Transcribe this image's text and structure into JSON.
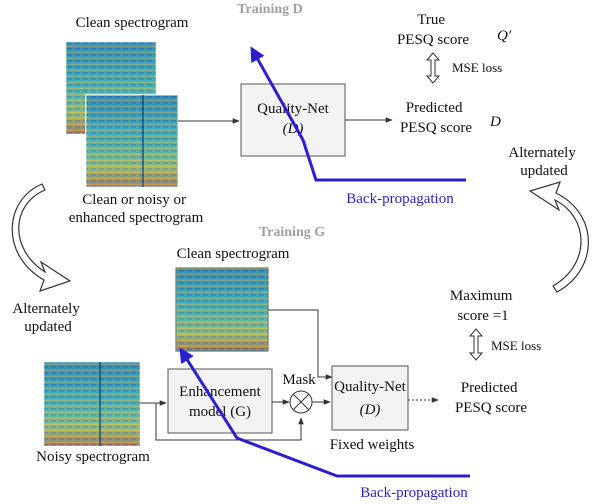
{
  "colors": {
    "backprop": "#2a1fd0",
    "section_title": "#a0a0a0",
    "box_fill": "#f3f3f3",
    "spec_bg": "#2b8fbf"
  },
  "top": {
    "section_title": "Training D",
    "clean_spectrogram": "Clean spectrogram",
    "input_spectrogram_lines": [
      "Clean or noisy or",
      "enhanced spectrogram"
    ],
    "quality_net_name": "Quality-Net",
    "quality_net_symbol": "(D)",
    "true_score_lines": [
      "True",
      "PESQ score"
    ],
    "true_score_symbol": "Q′",
    "mse_loss": "MSE loss",
    "predicted_score_lines": [
      "Predicted",
      "PESQ score"
    ],
    "predicted_score_symbol": "D",
    "backprop": "Back-propagation"
  },
  "alternate": {
    "left_lines": [
      "Alternately",
      "updated"
    ],
    "right_lines": [
      "Alternately",
      "updated"
    ]
  },
  "bottom": {
    "section_title": "Training G",
    "clean_spectrogram": "Clean spectrogram",
    "noisy_spectrogram": "Noisy spectrogram",
    "enhancement_lines": [
      "Enhancement",
      "model (G)"
    ],
    "mask": "Mask",
    "quality_net_name": "Quality-Net",
    "quality_net_symbol": "(D)",
    "fixed_weights": "Fixed weights",
    "max_score_lines": [
      "Maximum",
      "score =1"
    ],
    "mse_loss": "MSE loss",
    "predicted_score_lines": [
      "Predicted",
      "PESQ score"
    ],
    "backprop": "Back-propagation"
  }
}
